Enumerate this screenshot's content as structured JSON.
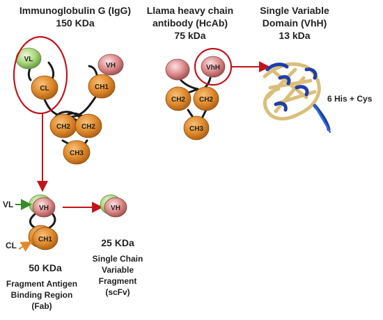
{
  "igg": {
    "title": "Immunoglobulin G (IgG)",
    "mass": "150 KDa",
    "domains": {
      "vl": "VL",
      "vh": "VH",
      "cl": "CL",
      "ch1": "CH1",
      "ch2_left": "CH2",
      "ch2_right": "CH2",
      "ch3": "CH3"
    }
  },
  "hcab": {
    "title_line1": "Llama heavy chain",
    "title_line2": "antibody (HcAb)",
    "mass": "75 kDa",
    "domains": {
      "vhh": "VhH",
      "ch2_left": "CH2",
      "ch2_right": "CH2",
      "ch3": "CH3"
    }
  },
  "vhh": {
    "title_line1": "Single Variable",
    "title_line2": "Domain  (VhH)",
    "mass": "13 kDa",
    "tag": "6 His + Cys"
  },
  "fab": {
    "domains": {
      "vh": "VH",
      "ch1": "CH1"
    },
    "vl_pointer": "VL",
    "cl_pointer": "CL",
    "mass": "50 KDa",
    "name_line1": "Fragment Antigen",
    "name_line2": "Binding Region",
    "name_line3": "(Fab)"
  },
  "scfv": {
    "domains": {
      "vh": "VH"
    },
    "mass": "25 KDa",
    "name_line1": "Single Chain",
    "name_line2": "Variable",
    "name_line3": "Fragment",
    "name_line4": "(scFv)"
  },
  "colors": {
    "constant_domain": "#e08a2c",
    "variable_pink": "#d98a8a",
    "variable_green": "#9ccf6a",
    "highlight_red": "#c0141b",
    "pointer_green": "#3a8a2a",
    "pointer_orange": "#e08a2c",
    "protein_tan": "#d9bf7a",
    "protein_blue": "#1f3fa8"
  }
}
